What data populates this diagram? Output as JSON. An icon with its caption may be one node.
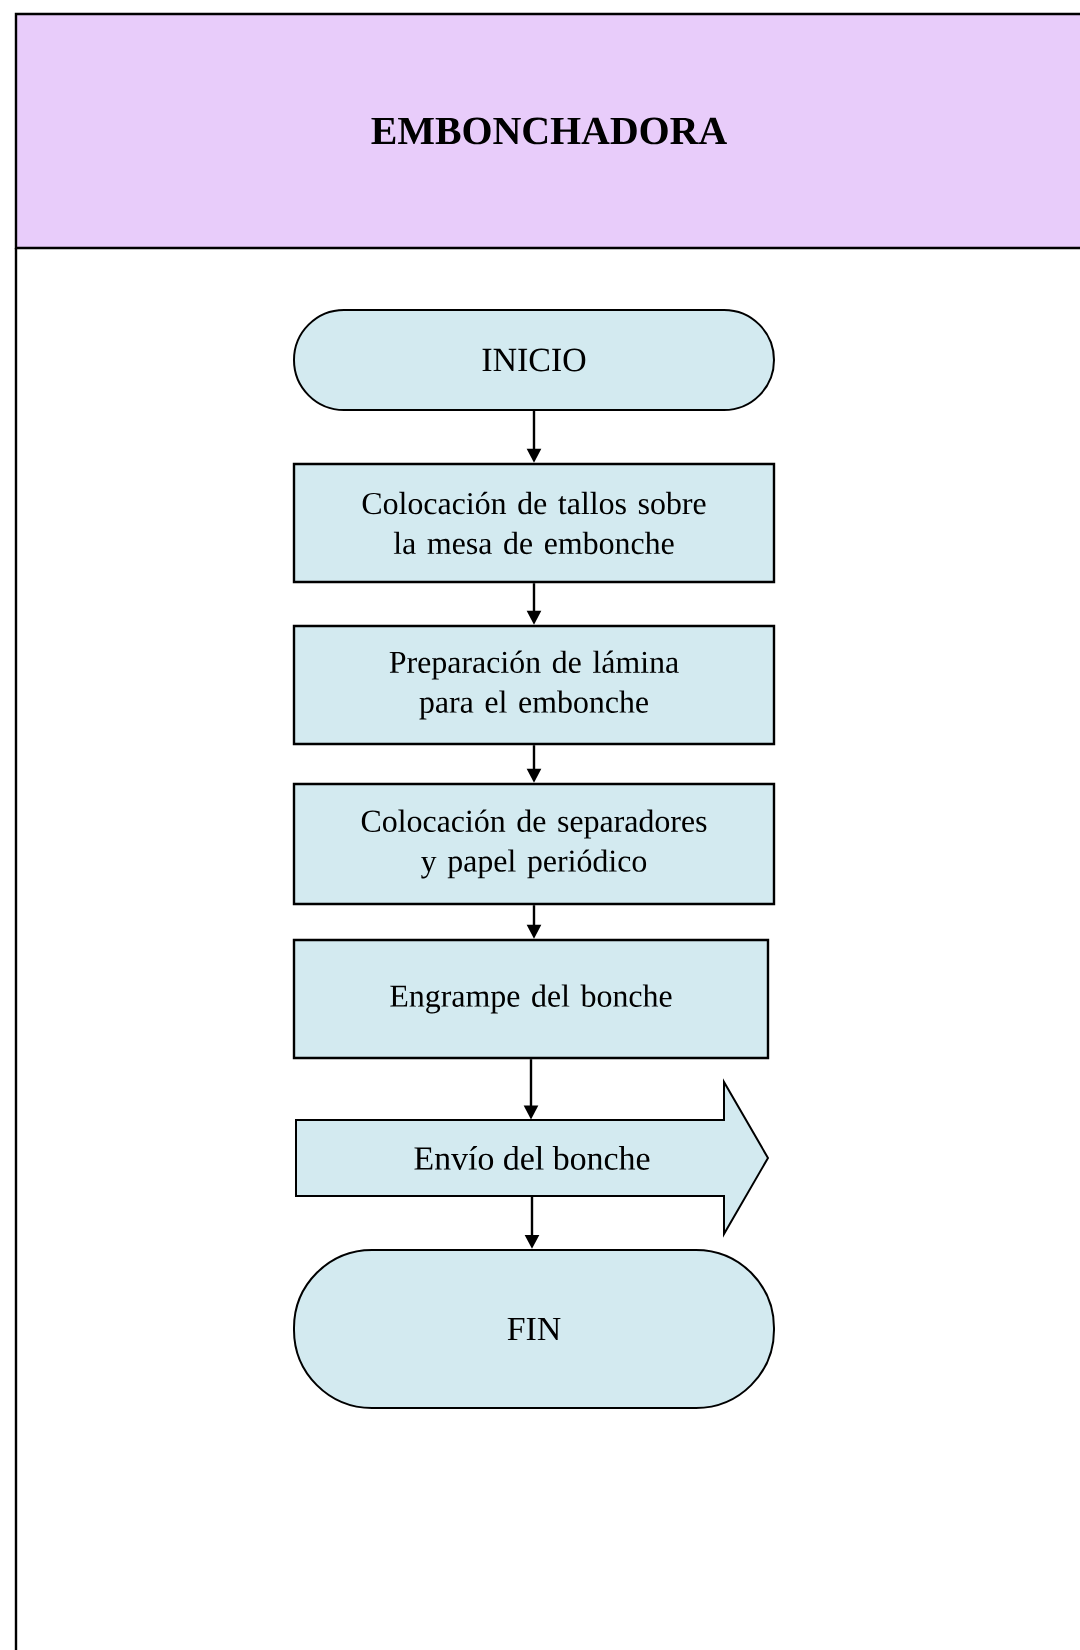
{
  "diagram": {
    "nodes": [
      {
        "text": [
          "EMBONCHADORA"
        ]
      },
      {
        "text": [
          "INICIO"
        ],
        "in": 0
      },
      {
        "text": [
          "Colocación de tallos sobre la mesa de embonche"
        ],
        "in": 0
      },
      {
        "text": [
          "Preparación de lámina para el embonche"
        ],
        "in": 0
      },
      {
        "text": [
          "Colocación de separadores y papel periódico"
        ],
        "in": 0
      },
      {
        "text": [
          "Engrampe del bonche"
        ],
        "in": 0
      },
      {
        "text": [
          "Envío del bonche"
        ],
        "in": 0
      },
      {
        "text": [
          "FIN"
        ],
        "in": 0
      }
    ],
    "edges": [
      {
        "from": 1,
        "to": 2,
        "arrow": "to"
      },
      {
        "from": 2,
        "to": 3,
        "arrow": "to"
      },
      {
        "from": 3,
        "to": 4,
        "arrow": "to"
      },
      {
        "from": 4,
        "to": 5,
        "arrow": "to"
      },
      {
        "from": 5,
        "to": 6,
        "arrow": "to"
      },
      {
        "from": 6,
        "to": 7,
        "arrow": "to"
      }
    ]
  }
}
